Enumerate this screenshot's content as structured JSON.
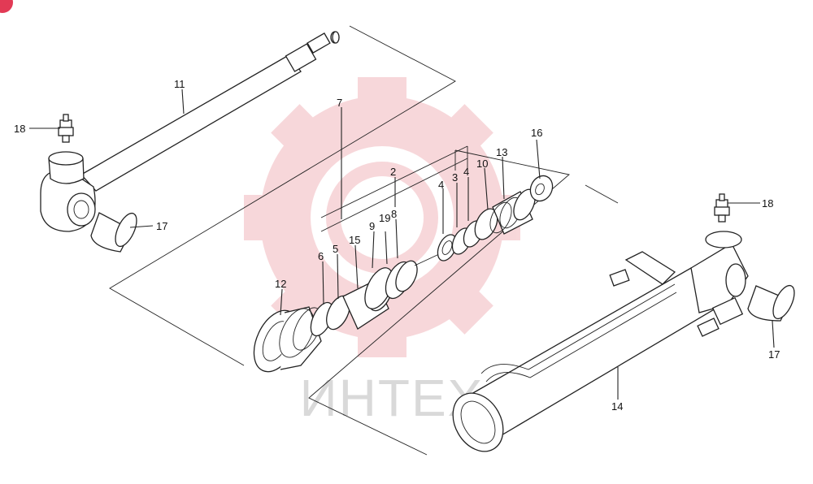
{
  "diagram": {
    "watermark_text": "ИНТЕХ",
    "watermark_color": "#f2b8bd",
    "watermark_text_color": "#d9d9d9",
    "badge_color": "#e23a55",
    "callouts": {
      "c18a": "18",
      "c11": "11",
      "c17a": "17",
      "c7": "7",
      "c2": "2",
      "c3": "3",
      "c4a": "4",
      "c4b": "4",
      "c10": "10",
      "c13": "13",
      "c16": "16",
      "c9": "9",
      "c19": "19",
      "c8": "8",
      "c6": "6",
      "c5": "5",
      "c15": "15",
      "c12": "12",
      "c18b": "18",
      "c17b": "17",
      "c14": "14"
    }
  }
}
